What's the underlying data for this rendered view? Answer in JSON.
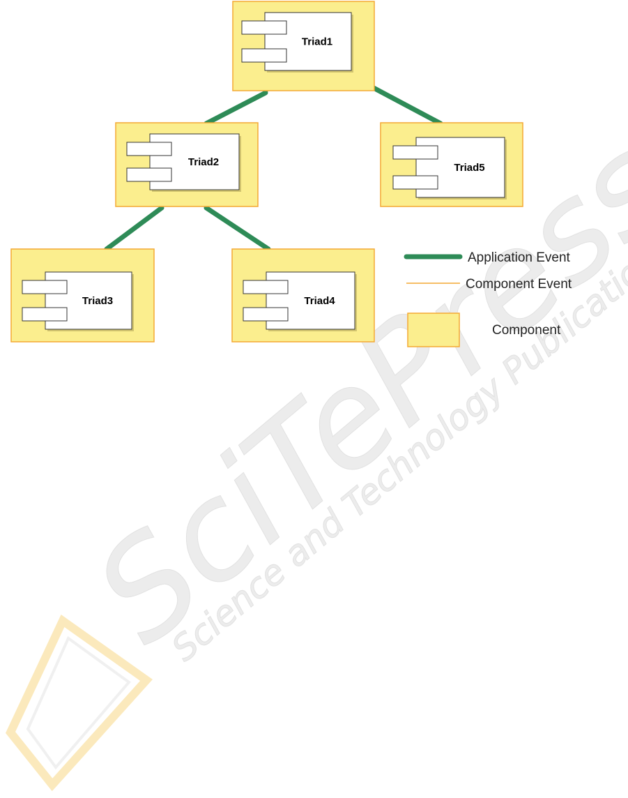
{
  "colors": {
    "component_fill": "#fbee8e",
    "component_border": "#f4a934",
    "application_event": "#2e8b57",
    "component_event": "#f4a934",
    "inner_fill": "#ffffff",
    "inner_border": "#333333"
  },
  "nodes": [
    {
      "id": "triad1",
      "label": "Triad1"
    },
    {
      "id": "triad2",
      "label": "Triad2"
    },
    {
      "id": "triad3",
      "label": "Triad3"
    },
    {
      "id": "triad4",
      "label": "Triad4"
    },
    {
      "id": "triad5",
      "label": "Triad5"
    }
  ],
  "edges": [
    {
      "from": "triad1",
      "to": "triad2",
      "kind": "application-event"
    },
    {
      "from": "triad1",
      "to": "triad5",
      "kind": "application-event"
    },
    {
      "from": "triad2",
      "to": "triad3",
      "kind": "application-event"
    },
    {
      "from": "triad2",
      "to": "triad4",
      "kind": "application-event"
    }
  ],
  "legend": {
    "application_event": "Application Event",
    "component_event": "Component Event",
    "component": "Component"
  },
  "watermark": {
    "logo": "SciTePress",
    "tagline": "Science and Technology Publications"
  }
}
